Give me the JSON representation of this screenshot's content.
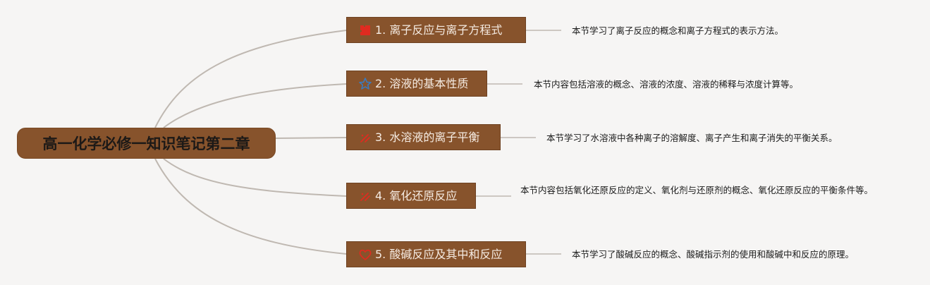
{
  "root": {
    "title": "高一化学必修一知识笔记第二章"
  },
  "topics": [
    {
      "label": "1. 离子反应与离子方程式",
      "icon": "red-square-icon",
      "desc": "本节学习了离子反应的概念和离子方程式的表示方法。"
    },
    {
      "label": "2. 溶液的基本性质",
      "icon": "star-icon",
      "desc": "本节内容包括溶液的概念、溶液的浓度、溶液的稀释与浓度计算等。"
    },
    {
      "label": "3. 水溶液的离子平衡",
      "icon": "sparkle-icon",
      "desc": "本节学习了水溶液中各种离子的溶解度、离子产生和离子消失的平衡关系。"
    },
    {
      "label": "4. 氧化还原反应",
      "icon": "sparkle-icon",
      "desc": "本节内容包括氧化还原反应的定义、氧化剂与还原剂的概念、氧化还原反应的平衡条件等。"
    },
    {
      "label": "5. 酸碱反应及其中和反应",
      "icon": "heart-icon",
      "desc": "本节学习了酸碱反应的概念、酸碱指示剂的使用和酸碱中和反应的原理。"
    }
  ],
  "colors": {
    "topic_fill": "#87532c",
    "connector": "#bfb8b1",
    "icon_red": "#e02b20",
    "icon_blue": "#3a7bbf"
  }
}
